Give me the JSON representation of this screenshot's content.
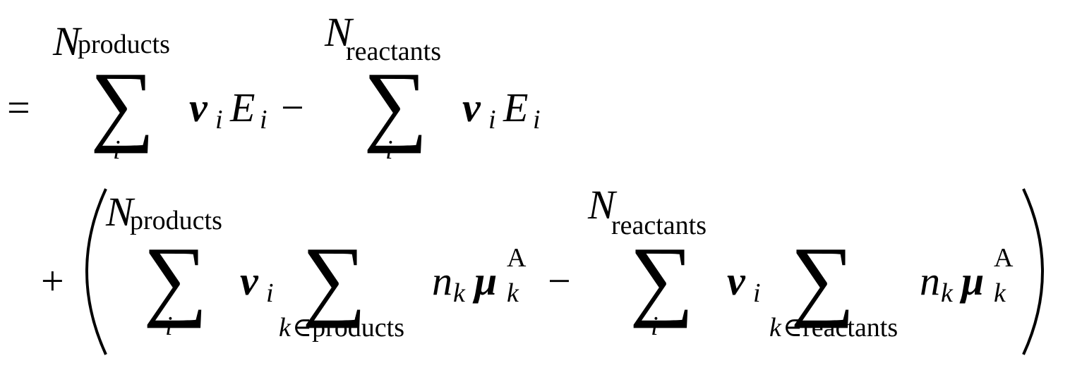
{
  "equation": {
    "line1": {
      "eq": "=",
      "sum1_upper_N": "N",
      "sum1_upper_sub": "products",
      "sum1_lower": "i",
      "sum_glyph": "∑",
      "nu": "ν",
      "nu_sub": "i",
      "E": "E",
      "E_sub": "i",
      "minus": "−",
      "sum2_upper_N": "N",
      "sum2_upper_sub": "reactants",
      "sum2_lower": "i"
    },
    "line2": {
      "plus": "+",
      "sum1_upper_N": "N",
      "sum1_upper_sub": "products",
      "sum1_lower": "i",
      "nu": "ν",
      "nu_sub": "i",
      "sum_k1_lower_k": "k",
      "sum_k1_lower_rest": "∈products",
      "n": "n",
      "n_sub": "k",
      "mu": "μ",
      "mu_sub": "k",
      "mu_sup": "A",
      "minus": "−",
      "sum2_upper_N": "N",
      "sum2_upper_sub": "reactants",
      "sum2_lower": "i",
      "sum_k2_lower_k": "k",
      "sum_k2_lower_rest": "∈reactants"
    }
  }
}
